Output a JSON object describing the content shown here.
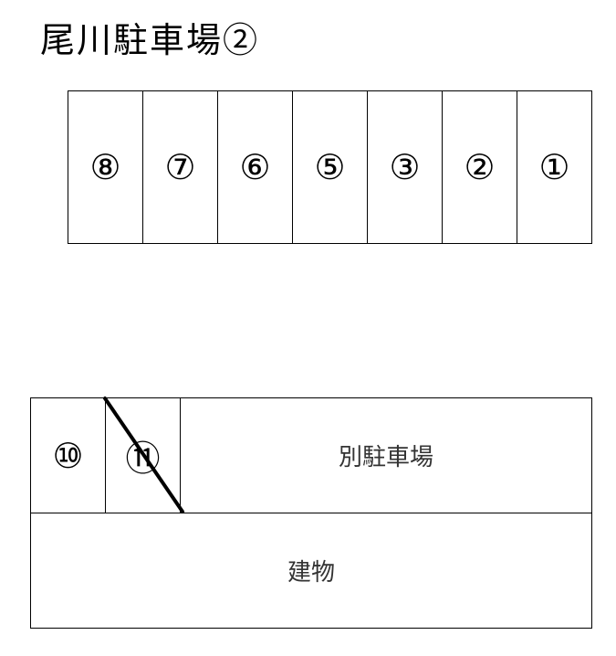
{
  "title": "尾川駐車場②",
  "top_row": {
    "spaces": [
      "⑧",
      "⑦",
      "⑥",
      "⑤",
      "③",
      "②",
      "①"
    ]
  },
  "bottom_row": {
    "space_10": "⑩",
    "space_11": "⑪",
    "space_11_status": "unavailable (crossed out)",
    "other_lot_label": "別駐車場",
    "building_label": "建物"
  }
}
